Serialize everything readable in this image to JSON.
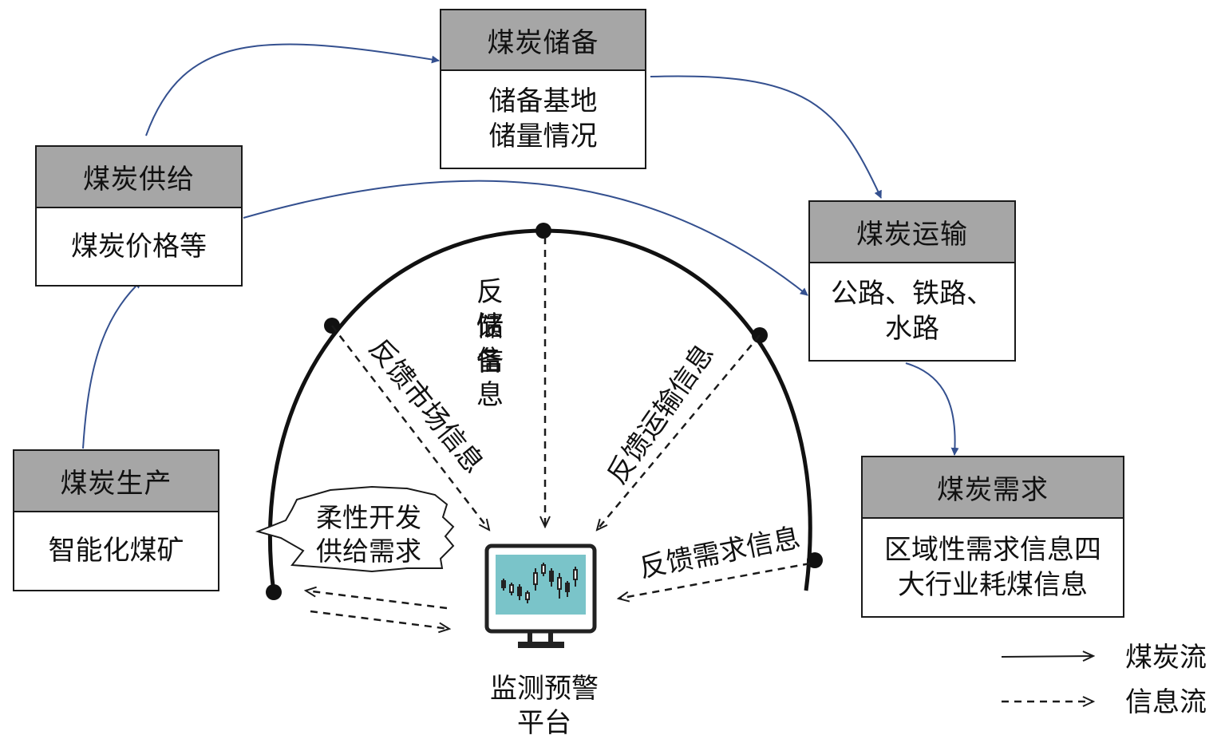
{
  "boxes": {
    "supply": {
      "title": "煤炭供给",
      "body": [
        "煤炭价格等"
      ]
    },
    "storage": {
      "title": "煤炭储备",
      "body": [
        "储备基地",
        "储量情况"
      ]
    },
    "transport": {
      "title": "煤炭运输",
      "body": [
        "公路、铁路、",
        "水路"
      ]
    },
    "production": {
      "title": "煤炭生产",
      "body": [
        "智能化煤矿"
      ]
    },
    "demand": {
      "title": "煤炭需求",
      "body": [
        "区域性需求信息四",
        "大行业耗煤信息"
      ]
    }
  },
  "labels": {
    "feedback_storage": [
      "反",
      "馈",
      "储",
      "备",
      "信",
      "息"
    ],
    "feedback_market": "反馈市场信息",
    "feedback_transport": "反馈运输信息",
    "feedback_demand": "反馈需求信息",
    "flex_line1": "柔性开发",
    "flex_line2": "供给需求",
    "platform_line1": "监测预警",
    "platform_line2": "平台"
  },
  "legend": {
    "coal_flow": "煤炭流",
    "info_flow": "信息流"
  },
  "colors": {
    "coal_flow": "#34508f",
    "info_flow": "#1a1a1a",
    "header_fill": "#a6a6a6",
    "monitor_screen": "#7ac4c9"
  },
  "icons": [
    "monitor-icon",
    "burst-callout"
  ]
}
